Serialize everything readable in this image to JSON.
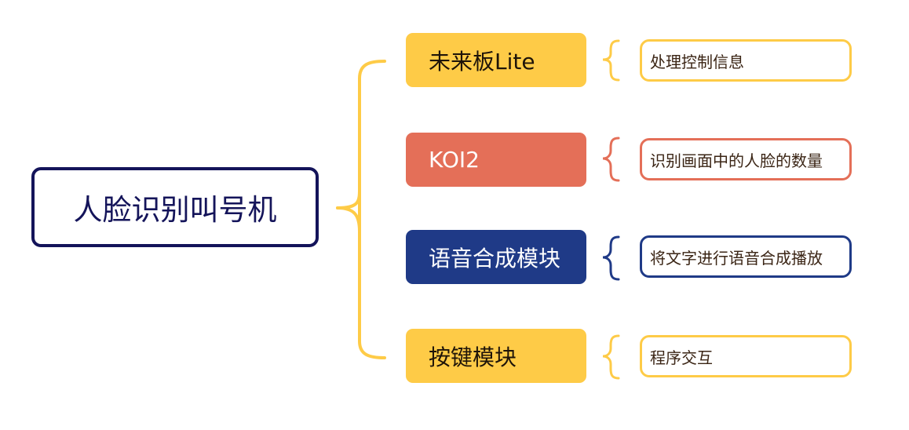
{
  "root": {
    "label": "人脸识别叫号机",
    "border_color": "#14145a",
    "text_color": "#14145a"
  },
  "trunk_color": "#fecb47",
  "branches": [
    {
      "label": "未来板Lite",
      "fill": "#fecb47",
      "text_color": "#1e1409",
      "leaf": {
        "label": "处理控制信息",
        "border": "#fecb47"
      }
    },
    {
      "label": "KOI2",
      "fill": "#e46f58",
      "text_color": "#ffffff",
      "leaf": {
        "label": "识别画面中的人脸的数量",
        "border": "#e46f58"
      }
    },
    {
      "label": "语音合成模块",
      "fill": "#1f3a87",
      "text_color": "#ffffff",
      "leaf": {
        "label": "将文字进行语音合成播放",
        "border": "#1f3a87"
      }
    },
    {
      "label": "按键模块",
      "fill": "#fecb47",
      "text_color": "#1e1409",
      "leaf": {
        "label": "程序交互",
        "border": "#fecb47"
      }
    }
  ]
}
